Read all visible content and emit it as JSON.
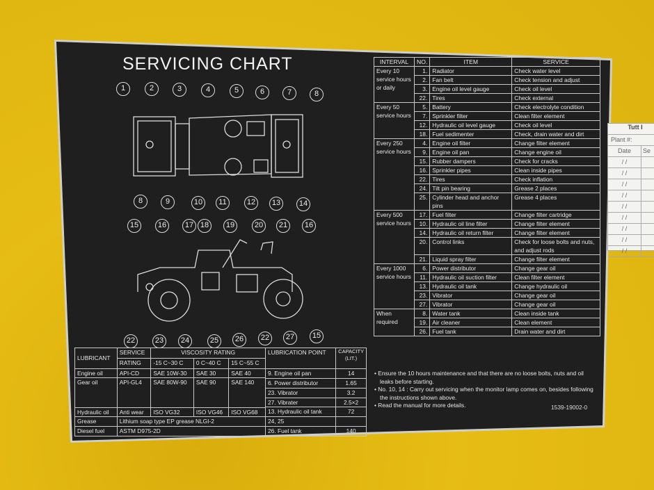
{
  "title": "SERVICING CHART",
  "diagram_labels": {
    "top_row": [
      "1",
      "2",
      "3",
      "4",
      "5",
      "6",
      "7",
      "8"
    ],
    "top_bottom_row": [
      "8",
      "9",
      "10",
      "11",
      "12",
      "13",
      "14"
    ],
    "side_top_row": [
      "15",
      "16",
      "17",
      "18",
      "19",
      "20",
      "21",
      "16"
    ],
    "side_bottom_row": [
      "22",
      "23",
      "24",
      "25",
      "26",
      "22",
      "27",
      "15"
    ]
  },
  "service_table": {
    "headers": [
      "INTERVAL",
      "NO.",
      "ITEM",
      "SERVICE"
    ],
    "groups": [
      {
        "interval": "Every 10 service hours or daily",
        "items": [
          [
            "1.",
            "Radiator",
            "Check water level"
          ],
          [
            "2.",
            "Fan belt",
            "Check tension and adjust"
          ],
          [
            "3.",
            "Engine oil level gauge",
            "Check oil level"
          ],
          [
            "22.",
            "Tires",
            "Check external"
          ]
        ]
      },
      {
        "interval": "Every 50 service hours",
        "items": [
          [
            "5.",
            "Battery",
            "Check electrolyte condition"
          ],
          [
            "7.",
            "Sprinkler filter",
            "Clean filter element"
          ],
          [
            "12.",
            "Hydraulic oil level gauge",
            "Check oil level"
          ],
          [
            "18.",
            "Fuel sedimenter",
            "Check, drain water and dirt"
          ]
        ]
      },
      {
        "interval": "Every 250 service hours",
        "items": [
          [
            "4.",
            "Engine oil filter",
            "Change filter element"
          ],
          [
            "9.",
            "Engine oil pan",
            "Change engine oil"
          ],
          [
            "15.",
            "Rubber dampers",
            "Check for cracks"
          ],
          [
            "16.",
            "Sprinkler pipes",
            "Clean inside pipes"
          ],
          [
            "22.",
            "Tires",
            "Check inflation"
          ],
          [
            "24.",
            "Tilt pin bearing",
            "Grease 2 places"
          ],
          [
            "25.",
            "Cylinder head and anchor pins",
            "Grease 4 places"
          ]
        ]
      },
      {
        "interval": "Every 500 service hours",
        "items": [
          [
            "17.",
            "Fuel filter",
            "Change filter cartridge"
          ],
          [
            "10.",
            "Hydraulic oil line filter",
            "Change filter element"
          ],
          [
            "14.",
            "Hydraulic oil return filter",
            "Change filter element"
          ],
          [
            "20.",
            "Control links",
            "Check for loose bolts and nuts, and adjust rods"
          ],
          [
            "21.",
            "Liquid spray filter",
            "Change filter element"
          ]
        ]
      },
      {
        "interval": "Every 1000 service hours",
        "items": [
          [
            "6.",
            "Power distributor",
            "Change gear oil"
          ],
          [
            "11.",
            "Hydraulic oil suction filter",
            "Clean filter element"
          ],
          [
            "13.",
            "Hydraulic oil tank",
            "Change hydraulic oil"
          ],
          [
            "23.",
            "Vibrator",
            "Change gear oil"
          ],
          [
            "27.",
            "Vibrator",
            "Change gear oil"
          ]
        ]
      },
      {
        "interval": "When required",
        "items": [
          [
            "8.",
            "Water tank",
            "Clean inside tank"
          ],
          [
            "19.",
            "Air cleaner",
            "Clean element"
          ],
          [
            "26.",
            "Fuel tank",
            "Drain water and dirt"
          ]
        ]
      }
    ]
  },
  "lubricant_table": {
    "h_lubricant": "LUBRICANT",
    "h_service": "SERVICE",
    "h_rating": "RATING",
    "h_viscosity": "VISCOSITY RATING",
    "temps": [
      "-15 C~30 C",
      "0 C~40 C",
      "15 C~55 C"
    ],
    "engine_oil": {
      "name": "Engine oil",
      "rating": "API-CD",
      "v": [
        "SAE 10W-30",
        "SAE 30",
        "SAE 40"
      ]
    },
    "gear_oil": {
      "name": "Gear oil",
      "rating": "API-GL4",
      "v": [
        "SAE 80W-90",
        "SAE 90",
        "SAE 140"
      ]
    },
    "hydraulic_oil": {
      "name": "Hydraulic oil",
      "rating": "Anti wear",
      "v": [
        "ISO VG32",
        "ISO VG46",
        "ISO VG68"
      ]
    },
    "grease": {
      "name": "Grease",
      "spec": "Lithium soap type EP grease NLGI-2"
    },
    "diesel": {
      "name": "Diesel fuel",
      "spec": "ASTM D975-2D"
    }
  },
  "lubrication_points": {
    "h_point": "LUBRICATION POINT",
    "h_capacity": "CAPACITY (LIT.)",
    "rows": [
      [
        "9. Engine oil pan",
        "14"
      ],
      [
        "6. Power distributor",
        "1.65"
      ],
      [
        "23. Vibrator",
        "3.2"
      ],
      [
        "27. Vibrater",
        "2.5×2"
      ],
      [
        "13. Hydraulic oil tank",
        "72"
      ],
      [
        "24, 25",
        ""
      ],
      [
        "26. Fuel tank",
        "140"
      ]
    ]
  },
  "notes": [
    "Ensure the 10 hours maintenance and that there are no loose bolts, nuts and oil leaks before starting.",
    "No. 10, 14 : Carry out servicing when the monitor lamp comes on, besides following the instructions shown above.",
    "Read the manual for more details."
  ],
  "part_code": "1539-19002-0",
  "log_card": {
    "title": "Tutt I",
    "plant": "Plant #:",
    "date": "Date",
    "service": "Se",
    "row": "/   /"
  }
}
